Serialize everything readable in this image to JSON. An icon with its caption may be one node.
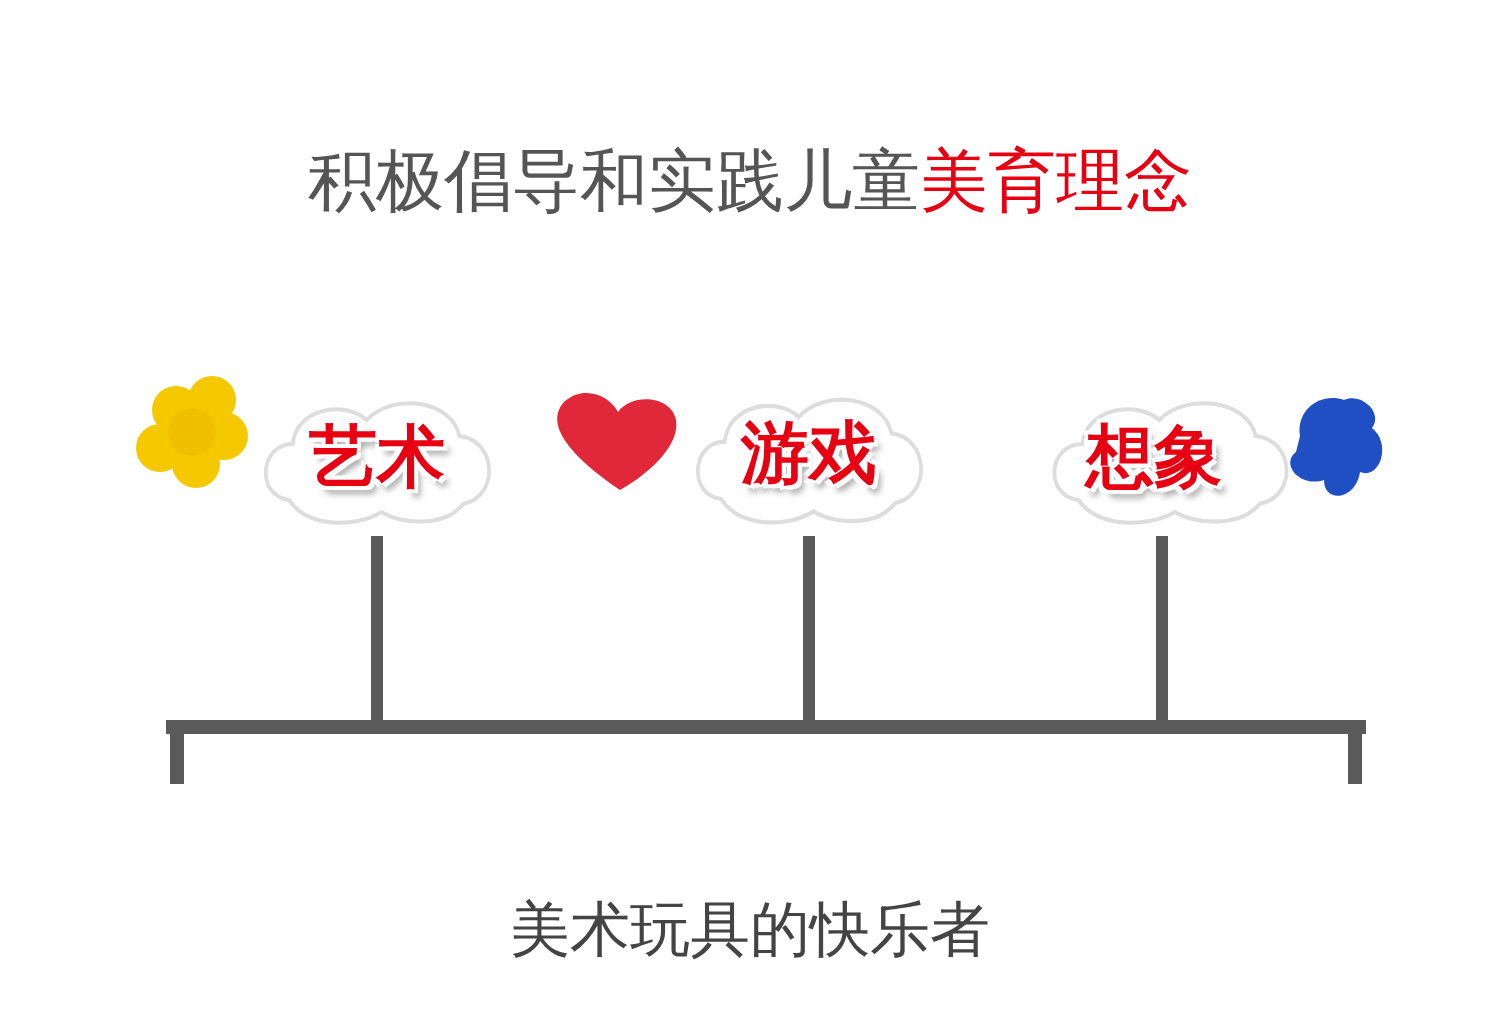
{
  "diagram": {
    "title": "积极倡导和实践儿童**美育理念**",
    "caption": "美术玩具的快乐者",
    "nodes": [
      {
        "text": [
          "艺术"
        ]
      },
      {
        "text": [
          "游戏"
        ]
      },
      {
        "text": [
          "想象"
        ]
      },
      {
        "text": [],
        "shape": "bar"
      }
    ],
    "edges": [
      {
        "from": 0,
        "to": 3,
        "arrow": "none"
      },
      {
        "from": 1,
        "to": 3,
        "arrow": "none"
      },
      {
        "from": 2,
        "to": 3,
        "arrow": "none"
      }
    ]
  }
}
